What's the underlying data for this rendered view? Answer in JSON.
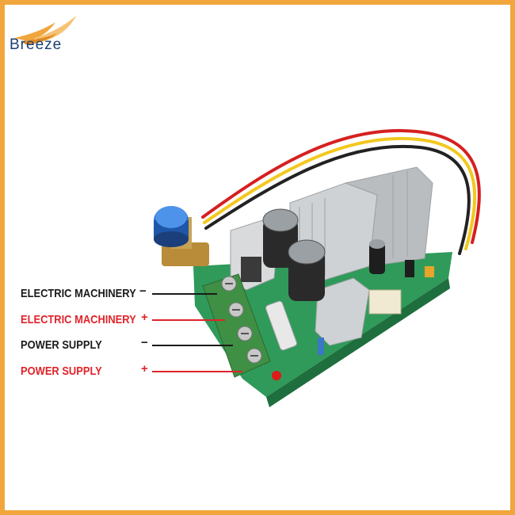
{
  "brand": {
    "name": "Breeze"
  },
  "labels": [
    {
      "text": "ELECTRIC MACHINERY",
      "sign": "−",
      "color": "#1a1a1a"
    },
    {
      "text": "ELECTRIC MACHINERY",
      "sign": "+",
      "color": "#e0232a"
    },
    {
      "text": "POWER SUPPLY",
      "sign": "−",
      "color": "#1a1a1a"
    },
    {
      "text": "POWER SUPPLY",
      "sign": "+",
      "color": "#e0232a"
    }
  ],
  "colors": {
    "frame": "#f0a63c",
    "pcb": "#2f9a5a",
    "terminal": "#3f8f45",
    "heatsink": "#cfd2d4",
    "knob": "#2c73d2",
    "red_label": "#e0232a"
  }
}
